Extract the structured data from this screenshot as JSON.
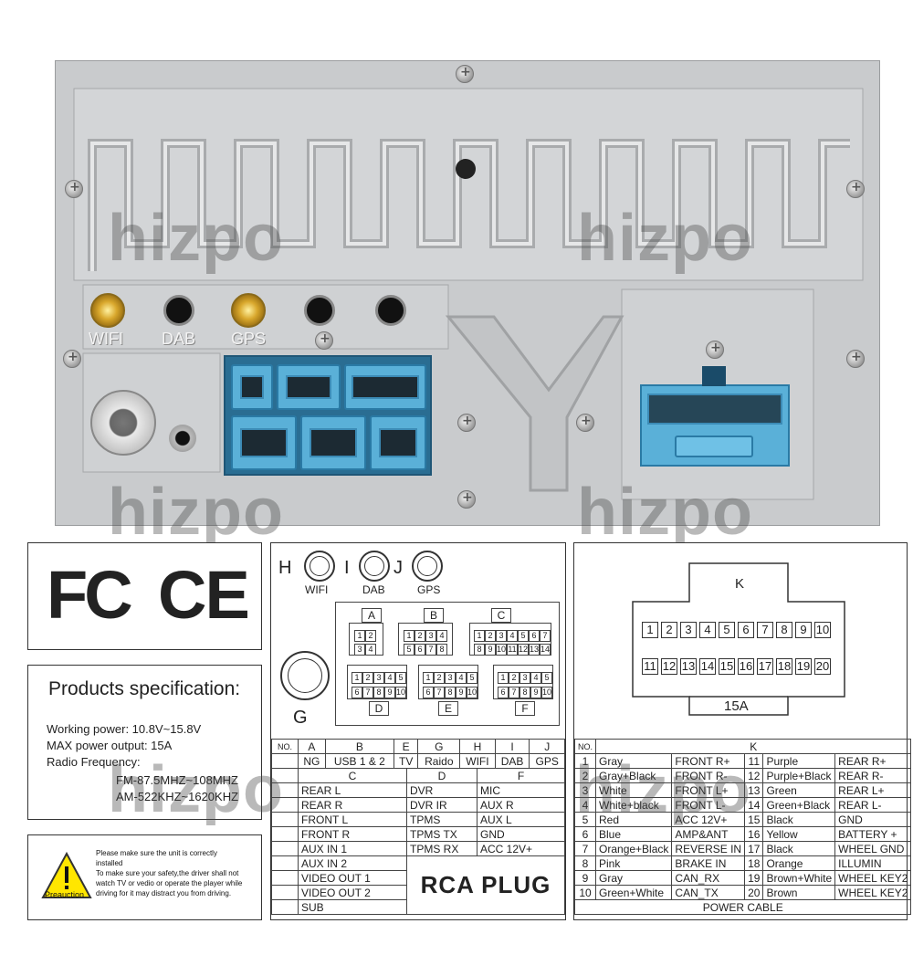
{
  "watermark": "hizpo",
  "unit": {
    "port_labels": [
      "WIFI",
      "DAB",
      "GPS"
    ]
  },
  "fcc": {
    "fc": "FC",
    "ce": "CE"
  },
  "spec": {
    "title": "Products specification:",
    "lines": [
      "Working power: 10.8V~15.8V",
      "MAX power output: 15A",
      "Radio Frequency:"
    ],
    "freq": [
      "FM-87.5MHZ~108MHZ",
      "AM-522KHZ~1620KHZ"
    ]
  },
  "warning": {
    "icon_label": "Preauction",
    "text_lines": [
      "Please make sure the unit is correctly",
      "installed",
      "To make sure your safety,the driver shall not",
      "watch TV or vedio or operate the player while",
      "driving for it may distract you from driving."
    ]
  },
  "rca": {
    "top_letters": {
      "h": "H",
      "i": "I",
      "j": "J",
      "g": "G"
    },
    "ring_labels": [
      "WIFI",
      "DAB",
      "GPS"
    ],
    "blocks": [
      {
        "letter": "A",
        "pins": [
          "1",
          "2",
          "3",
          "4"
        ]
      },
      {
        "letter": "B",
        "pins": [
          "1",
          "2",
          "3",
          "4",
          "5",
          "6",
          "7",
          "8"
        ]
      },
      {
        "letter": "C",
        "pins": [
          "1",
          "2",
          "3",
          "4",
          "5",
          "6",
          "7",
          "8",
          "9",
          "10",
          "11",
          "12",
          "13",
          "14"
        ]
      },
      {
        "letter": "D",
        "pins": [
          "1",
          "2",
          "3",
          "4",
          "5",
          "6",
          "7",
          "8",
          "9",
          "10"
        ]
      },
      {
        "letter": "E",
        "pins": [
          "1",
          "2",
          "3",
          "4",
          "5",
          "6",
          "7",
          "8",
          "9",
          "10"
        ]
      },
      {
        "letter": "F",
        "pins": [
          "1",
          "2",
          "3",
          "4",
          "5",
          "6",
          "7",
          "8",
          "9",
          "10"
        ]
      }
    ],
    "header_row1": [
      "NO.",
      "A",
      "B",
      "E",
      "G",
      "H",
      "I",
      "J"
    ],
    "header_row2": [
      "",
      "NG",
      "USB 1 & 2",
      "TV",
      "Raido",
      "WIFI",
      "DAB",
      "GPS"
    ],
    "section_letters": [
      "C",
      "D",
      "F"
    ],
    "col_c": [
      "REAR L",
      "REAR R",
      "FRONT L",
      "FRONT R",
      "AUX IN 1",
      "AUX IN 2",
      "VIDEO OUT 1",
      "VIDEO OUT 2",
      "SUB"
    ],
    "col_d": [
      "DVR",
      "DVR IR",
      "TPMS",
      "TPMS TX",
      "TPMS RX"
    ],
    "col_f": [
      "MIC",
      "AUX R",
      "AUX L",
      "GND",
      "ACC 12V+"
    ],
    "rca_plug": "RCA PLUG"
  },
  "power": {
    "connector_letter": "K",
    "top_pins": [
      "1",
      "2",
      "3",
      "4",
      "5",
      "6",
      "7",
      "8",
      "9",
      "10"
    ],
    "bottom_pins": [
      "11",
      "12",
      "13",
      "14",
      "15",
      "16",
      "17",
      "18",
      "19",
      "20"
    ],
    "fuse": "15A",
    "header_no": "NO.",
    "header_k": "K",
    "rows": [
      [
        "1",
        "Gray",
        "FRONT R+",
        "11",
        "Purple",
        "REAR R+"
      ],
      [
        "2",
        "Gray+Black",
        "FRONT R-",
        "12",
        "Purple+Black",
        "REAR R-"
      ],
      [
        "3",
        "White",
        "FRONT L+",
        "13",
        "Green",
        "REAR L+"
      ],
      [
        "4",
        "White+black",
        "FRONT L-",
        "14",
        "Green+Black",
        "REAR L-"
      ],
      [
        "5",
        "Red",
        "ACC 12V+",
        "15",
        "Black",
        "GND"
      ],
      [
        "6",
        "Blue",
        "AMP&ANT",
        "16",
        "Yellow",
        "BATTERY +"
      ],
      [
        "7",
        "Orange+Black",
        "REVERSE IN",
        "17",
        "Black",
        "WHEEL GND"
      ],
      [
        "8",
        "Pink",
        "BRAKE IN",
        "18",
        "Orange",
        "ILLUMIN"
      ],
      [
        "9",
        "Gray",
        "CAN_RX",
        "19",
        "Brown+White",
        "WHEEL KEY2"
      ],
      [
        "10",
        "Green+White",
        "CAN_TX",
        "20",
        "Brown",
        "WHEEL KEY2"
      ]
    ],
    "footer": "POWER CABLE"
  }
}
